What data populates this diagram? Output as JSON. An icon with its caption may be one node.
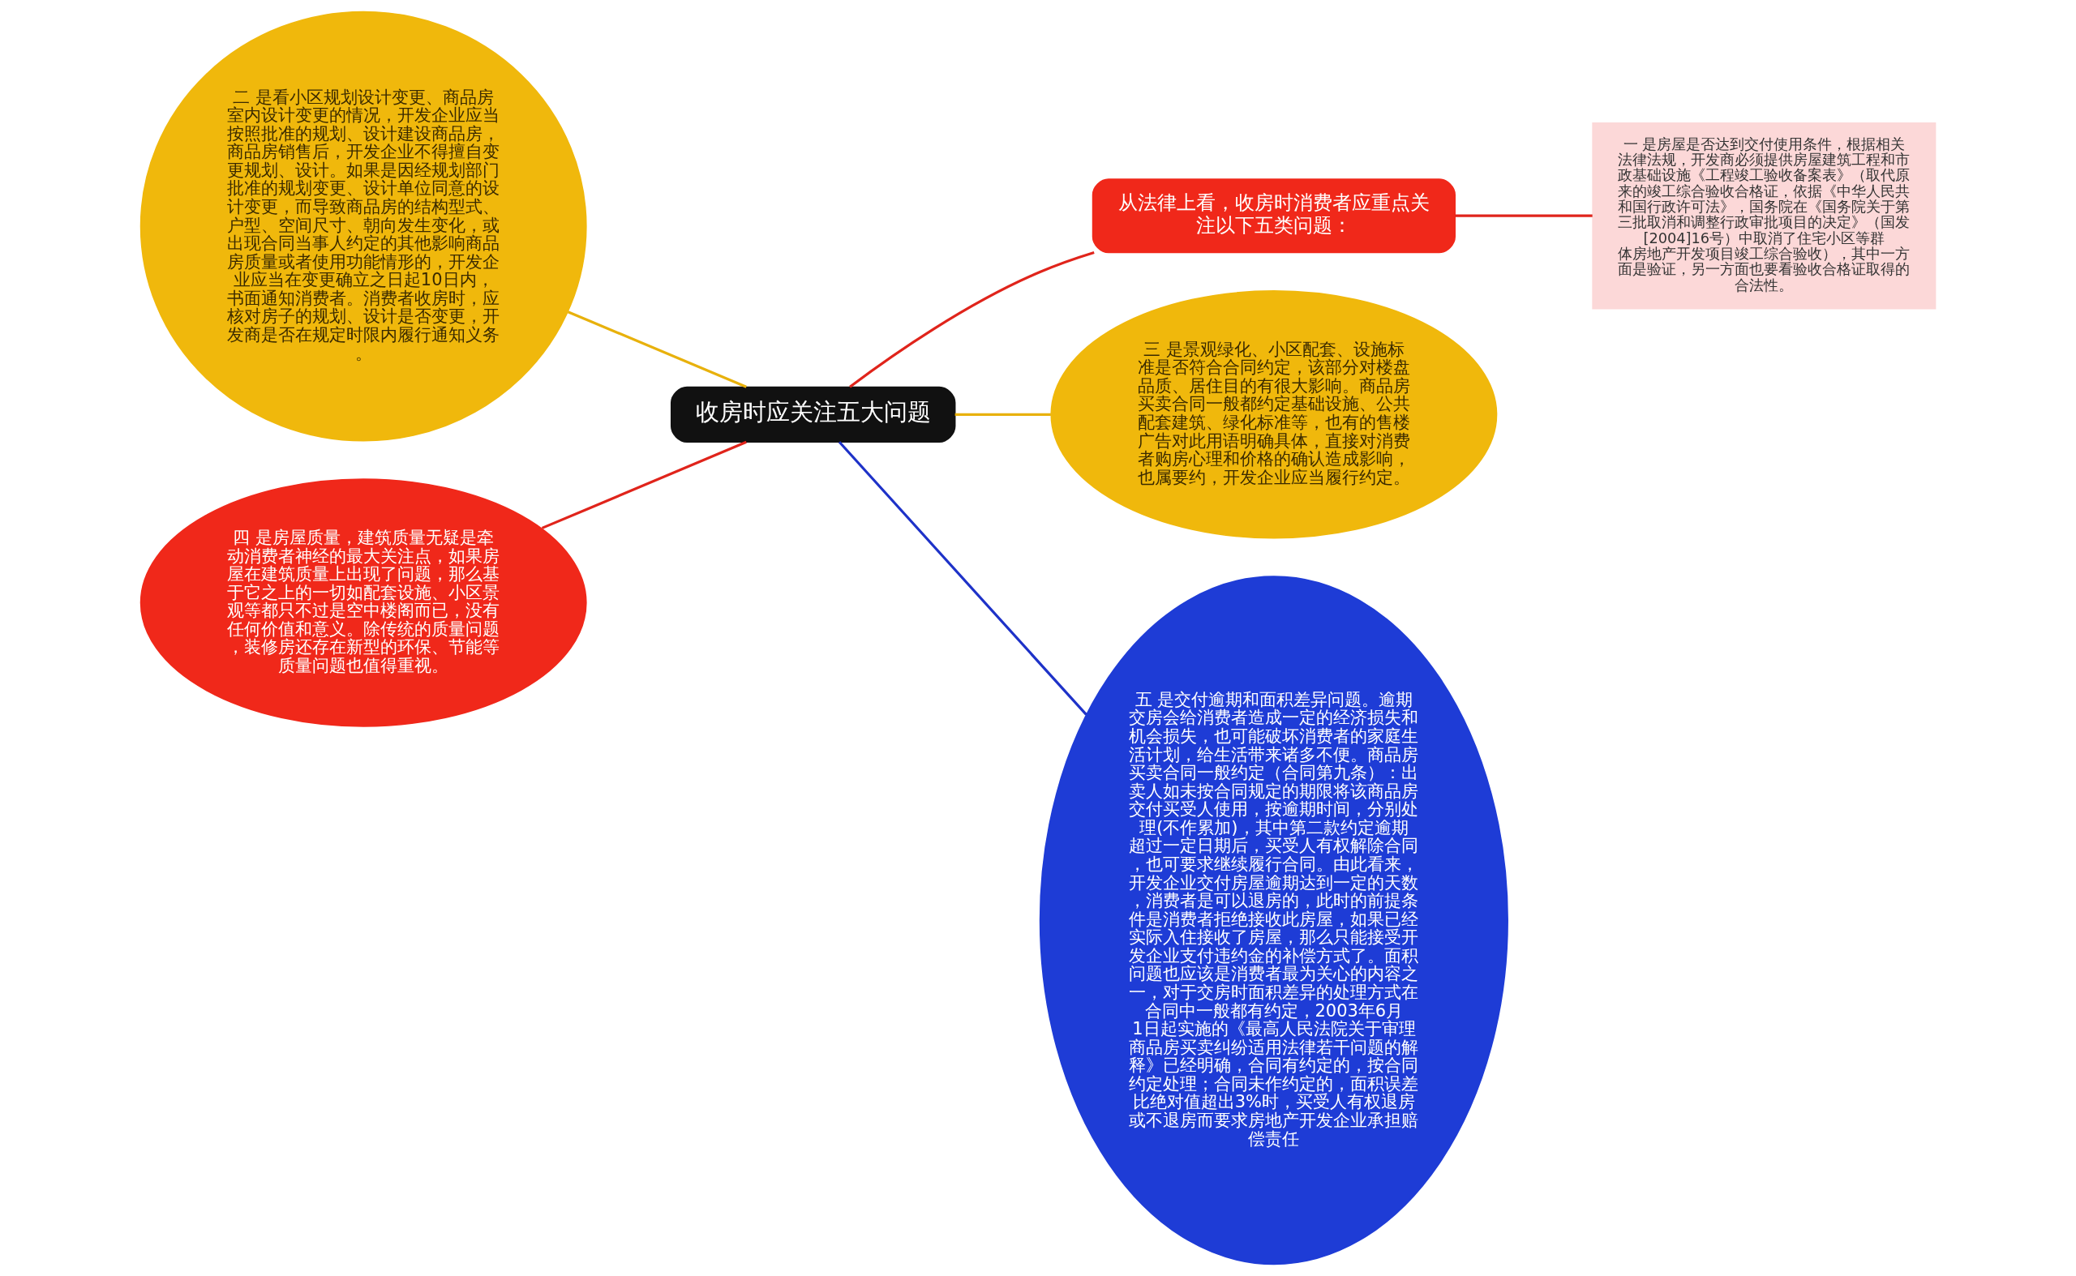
{
  "diagram": {
    "nodes": [
      {
        "text": [
          "收房时应关注五大问题"
        ]
      },
      {
        "text": [
          "从法律上看，收房时消费者应重点关注以下五类问题："
        ]
      },
      {
        "text": [
          "一 是房屋是否达到交付使用条件，根据相关法律法规，开发商必须提供房屋建筑工程和市政基础设施《工程竣工验收备案表》（取代原来的竣工综合验收合格证，依据《中华人民共和国行政许可法》，国务院在《国务院关于第三批取消和调整行政审批项目的决定》（国发[2004]16号）中取消了住宅小区等群体房地产开发项目竣工综合验收），其中一方面是验证，另一方面也要看验收合格证取得的合法性。"
        ]
      },
      {
        "text": [
          "三 是景观绿化、小区配套、设施标准是否符合合同约定，该部分对楼盘品质、居住目的有很大影响。商品房买卖合同一般都约定基础设施、公共配套建筑、绿化标准等，也有的售楼广告对此用语明确具体，直接对消费者购房心理和价格的确认造成影响，也属要约，开发企业应当履行约定。"
        ]
      },
      {
        "text": [
          "二 是看小区规划设计变更、商品房室内设计变更的情况，开发企业应当按照批准的规划、设计建设商品房，商品房销售后，开发企业不得擅自变更规划、设计。如果是因经规划部门批准的规划变更、设计单位同意的设计变更，而导致商品房的结构型式、户型、空间尺寸、朝向发生变化，或出现合同当事人约定的其他影响商品房质量或者使用功能情形的，开发企业应当在变更确立之日起10日内，书面通知消费者。消费者收房时，应核对房子的规划、设计是否变更，开发商是否在规定时限内履行通知义务。"
        ]
      },
      {
        "text": [
          "四 是房屋质量，建筑质量无疑是牵动消费者神经的最大关注点，如果房屋在建筑质量上出现了问题，那么基于它之上的一切如配套设施、小区景观等都只不过是空中楼阁而已，没有任何价值和意义。除传统的质量问题，装修房还存在新型的环保、节能等质量问题也值得重视。"
        ]
      },
      {
        "text": [
          "五 是交付逾期和面积差异问题。逾期交房会给消费者造成一定的经济损失和机会损失，也可能破坏消费者的家庭生活计划，给生活带来诸多不便。商品房买卖合同一般约定（合同第九条）：出卖人如未按合同规定的期限将该商品房交付买受人使用，按逾期时间，分别处理(不作累加)，其中第二款约定逾期超过一定日期后，买受人有权解除合同，也可要求继续履行合同。由此看来，开发企业交付房屋逾期达到一定的天数，消费者是可以退房的，此时的前提条件是消费者拒绝接收此房屋，如果已经实际入住接收了房屋，那么只能接受开发企业支付违约金的补偿方式了。面积问题也应该是消费者最为关心的内容之一，对于交房时面积差异的处理方式在合同中一般都有约定，2003年6月1日起实施的《最高人民法院关于审理商品房买卖纠纷适用法律若干问题的解释》已经明确，合同有约定的，按合同约定处理；合同未作约定的，面积误差比绝对值超出3%时，买受人有权退房或不退房而要求房地产开发企业承担赔偿责任"
        ]
      }
    ],
    "edges": [
      {
        "from": 0,
        "to": 1,
        "arrow": "none",
        "color": "#e0241b"
      },
      {
        "from": 1,
        "to": 2,
        "arrow": "none",
        "color": "#e0241b"
      },
      {
        "from": 0,
        "to": 3,
        "arrow": "none",
        "color": "#e8b10c"
      },
      {
        "from": 0,
        "to": 4,
        "arrow": "none",
        "color": "#e8b10c"
      },
      {
        "from": 0,
        "to": 5,
        "arrow": "none",
        "color": "#e0241b"
      },
      {
        "from": 0,
        "to": 6,
        "arrow": "none",
        "color": "#1e32c8"
      }
    ]
  }
}
